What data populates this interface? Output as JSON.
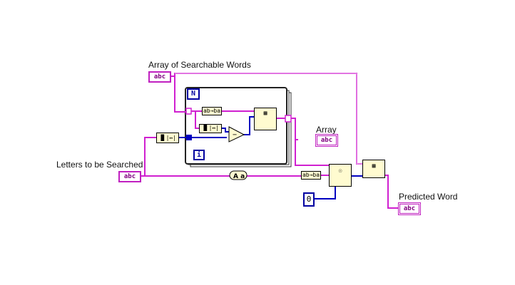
{
  "controls": {
    "array_label": "Array of Searchable Words",
    "letters_label": "Letters to be Searched",
    "abc": "abc"
  },
  "indicators": {
    "array_label": "Array",
    "predicted_label": "Predicted Word",
    "abc": "abc"
  },
  "constants": {
    "zero": "0"
  },
  "loop": {
    "count_terminal": "N",
    "iteration_terminal": "i"
  },
  "nodes": {
    "reverse_string": "ab→ba",
    "reverse_string_2": "ab→ba",
    "string_length": "▐▌|↔|",
    "subtract": "−",
    "build_array": "▦",
    "search_1d": "☉",
    "index_array": "▦",
    "to_upper": "A a"
  },
  "colors": {
    "string_wire": "#d020d0",
    "numeric_wire": "#0000c0",
    "node_fill": "#fffbd0"
  }
}
